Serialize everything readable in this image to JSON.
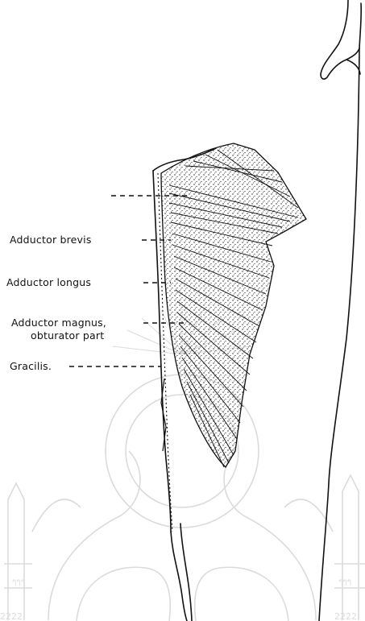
{
  "labels": {
    "adductor_brevis": "Adductor brevis",
    "adductor_longus": "Adductor longus",
    "adductor_magnus_line1": "Adductor magnus,",
    "adductor_magnus_line2": "obturator part",
    "gracilis": "Gracilis."
  },
  "colors": {
    "ink": "#111111",
    "watermark": "#c9c9c9"
  }
}
